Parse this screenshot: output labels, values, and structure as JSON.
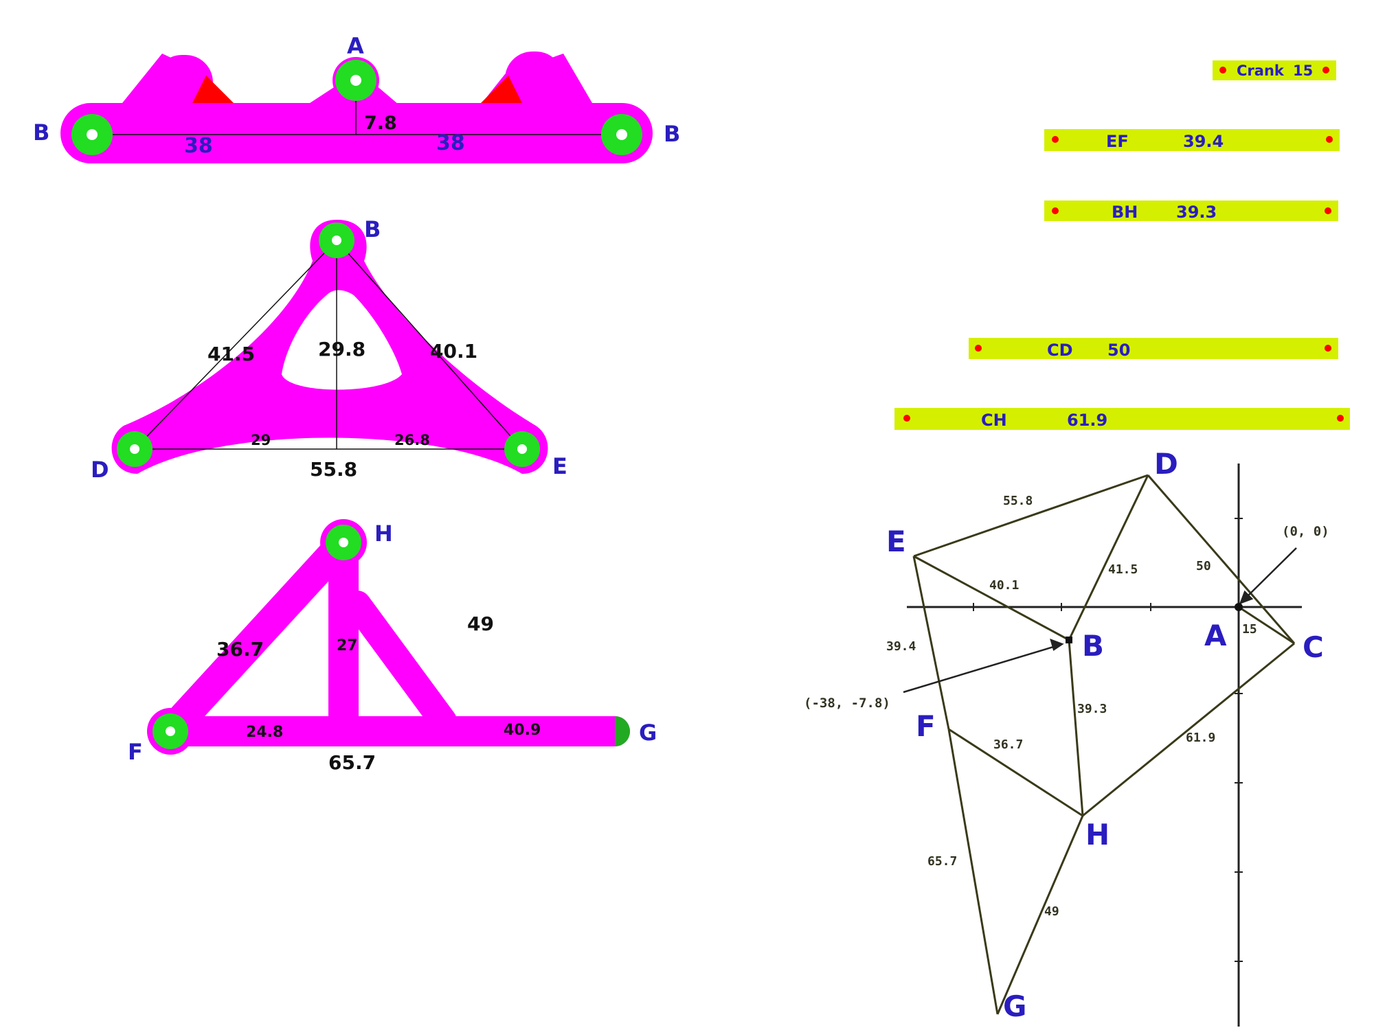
{
  "colors": {
    "link": "#ff00ff",
    "joint": "#22dd22",
    "hole": "#ffffff",
    "wedge": "#ff0000",
    "label_blue": "#2a1dbf",
    "bar": "#d4f000",
    "bar_dot": "#ff0000",
    "drawing_line": "#3a3a1a"
  },
  "crank_link": {
    "label_a": "A",
    "label_b_left": "B",
    "label_b_right": "B",
    "dim_height": "7.8",
    "dim_left": "38",
    "dim_right": "38"
  },
  "triangle_link": {
    "label_b": "B",
    "label_d": "D",
    "label_e": "E",
    "dim_bd": "41.5",
    "dim_be": "40.1",
    "dim_height": "29.8",
    "dim_d_foot": "29",
    "dim_foot_e": "26.8",
    "dim_de": "55.8"
  },
  "leg_link": {
    "label_h": "H",
    "label_f": "F",
    "label_g": "G",
    "dim_hf": "36.7",
    "dim_height": "27",
    "dim_hg": "49",
    "dim_f_foot": "24.8",
    "dim_foot_g": "40.9",
    "dim_fg": "65.7"
  },
  "bars": [
    {
      "label": "Crank",
      "value": "15"
    },
    {
      "label": "EF",
      "value": "39.4"
    },
    {
      "label": "BH",
      "value": "39.3"
    },
    {
      "label": "CD",
      "value": "50"
    },
    {
      "label": "CH",
      "value": "61.9"
    }
  ],
  "drawing": {
    "points": {
      "A": "A",
      "B": "B",
      "C": "C",
      "D": "D",
      "E": "E",
      "F": "F",
      "G": "G",
      "H": "H"
    },
    "dims": {
      "ed": "55.8",
      "eb": "40.1",
      "bd": "41.5",
      "cd": "50",
      "ac": "15",
      "ef": "39.4",
      "bh": "39.3",
      "fh": "36.7",
      "ch": "61.9",
      "fg": "65.7",
      "hg": "49"
    },
    "origin_label": "(0, 0)",
    "b_coord_label": "(-38, -7.8)"
  }
}
